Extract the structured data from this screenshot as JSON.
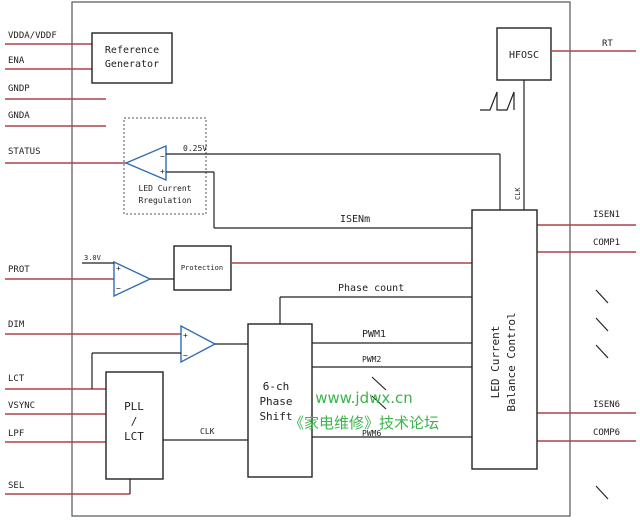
{
  "pins_left": {
    "vdda": "VDDA/VDDF",
    "ena": "ENA",
    "gndp": "GNDP",
    "gnda": "GNDA",
    "status": "STATUS",
    "prot": "PROT",
    "dim": "DIM",
    "lct": "LCT",
    "vsync": "VSYNC",
    "lpf": "LPF",
    "sel": "SEL"
  },
  "pins_right": {
    "rt": "RT",
    "isen1": "ISEN1",
    "comp1": "COMP1",
    "isen6": "ISEN6",
    "comp6": "COMP6"
  },
  "blocks": {
    "reference_line1": "Reference",
    "reference_line2": "Generator",
    "hfosc": "HFOSC",
    "led_reg_line1": "LED Current",
    "led_reg_line2": "Rregulation",
    "protection": "Protection",
    "pll_line1": "PLL",
    "pll_line2": "/",
    "pll_line3": "LCT",
    "phase_line1": "6-ch",
    "phase_line2": "Phase",
    "phase_line3": "Shift",
    "balance_line1": "LED Current",
    "balance_line2": "Balance Control"
  },
  "signals": {
    "v025": "0.25V",
    "v30": "3.0V",
    "clk_top": "CLK",
    "isenm": "ISENm",
    "phase_count": "Phase count",
    "pwm1": "PWM1",
    "pwm2": "PWM2",
    "pwm6": "PWM6",
    "clk_bottom": "CLK"
  },
  "watermark": {
    "url": "www.jdwx.cn",
    "text": "《家电维修》技术论坛",
    "color": "#3cb44b"
  },
  "colors": {
    "pin_line": "#b0414a",
    "block_line": "#222222",
    "amp_blue": "#2f6db5"
  }
}
